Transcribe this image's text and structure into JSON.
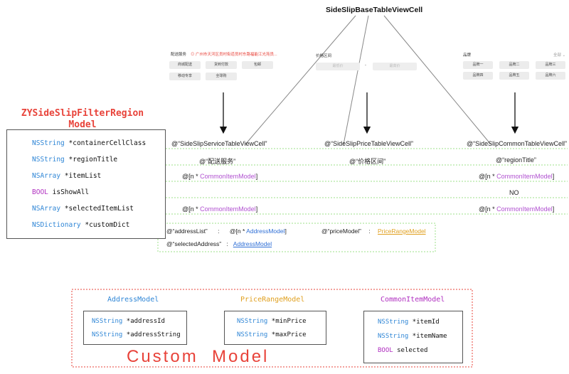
{
  "diagram_title": "SideSlipBaseTableViewCell",
  "ui_preview": {
    "service": {
      "heading": "配送服务",
      "location": "广州市天河区员村街道员村东路福能江光苑员...",
      "tags": [
        "商城配送",
        "货到付款",
        "包邮",
        "移动专享",
        "全球购"
      ]
    },
    "price": {
      "heading": "价格区间",
      "min_placeholder": "最低价",
      "dash": "-",
      "max_placeholder": "最高价"
    },
    "brand": {
      "heading": "品牌",
      "all_label": "全部",
      "tags": [
        "品牌一",
        "品牌二",
        "品牌三",
        "品牌四",
        "品牌五",
        "品牌六"
      ]
    }
  },
  "region_model": {
    "title_line1": "ZYSideSlipFilterRegion",
    "title_line2": "Model",
    "properties": [
      {
        "type": "NSString",
        "name": "*containerCellClass"
      },
      {
        "type": "NSString",
        "name": "*regionTitle"
      },
      {
        "type": "NSArray",
        "name": "*itemList"
      },
      {
        "type": "BOOL",
        "name": "isShowAll"
      },
      {
        "type": "NSArray",
        "name": "*selectedItemList"
      },
      {
        "type": "NSDictionary",
        "name": "*customDict"
      }
    ]
  },
  "values": {
    "service": {
      "cell_class": "@“SideSlipServiceTableViewCell”",
      "title": "@“配送服务”",
      "item_list_prefix": "@[n * ",
      "item_list_model": "CommonItemModel",
      "item_list_suffix": "]",
      "selected_prefix": "@[n * ",
      "selected_model": "CommonItemModel",
      "selected_suffix": "]"
    },
    "price": {
      "cell_class": "@“SideSlipPriceTableViewCell”",
      "title": "@“价格区间”"
    },
    "common": {
      "cell_class": "@“SideSlipCommonTableViewCell”",
      "title": "@“regionTitle”",
      "item_list_prefix": "@[n * ",
      "item_list_model": "CommonItemModel",
      "item_list_suffix": "]",
      "show_all": "NO",
      "selected_prefix": "@[n * ",
      "selected_model": "CommonItemModel",
      "selected_suffix": "]"
    }
  },
  "custom_dict": {
    "address_list_key": "@“addressList”",
    "colon1": ":",
    "address_list_prefix": "@[n * ",
    "address_list_model": "AddressModel",
    "address_list_suffix": "]",
    "price_model_key": "@“priceModel”",
    "colon2": ":",
    "price_model_value": "PriceRangeModel",
    "selected_address_key": "@“selectedAddress”",
    "colon3": ":",
    "selected_address_value": "AddressModel"
  },
  "custom_models": {
    "label": "Custom  Model",
    "address": {
      "title": "AddressModel",
      "props": [
        {
          "type": "NSString",
          "name": "*addressId"
        },
        {
          "type": "NSString",
          "name": "*addressString"
        }
      ]
    },
    "price_range": {
      "title": "PriceRangeModel",
      "props": [
        {
          "type": "NSString",
          "name": "*minPrice"
        },
        {
          "type": "NSString",
          "name": "*maxPrice"
        }
      ]
    },
    "common_item": {
      "title": "CommonItemModel",
      "props": [
        {
          "type": "NSString",
          "name": "*itemId"
        },
        {
          "type": "NSString",
          "name": "*itemName"
        },
        {
          "type": "BOOL",
          "name": "selected"
        }
      ]
    }
  },
  "colors": {
    "title_red": "#e8433a",
    "keyword_blue": "#2f86d6",
    "keyword_purple": "#b030c0",
    "model_orange": "#e0a020",
    "dashed_green": "#9ee08a",
    "dashed_red": "#e8433a"
  }
}
